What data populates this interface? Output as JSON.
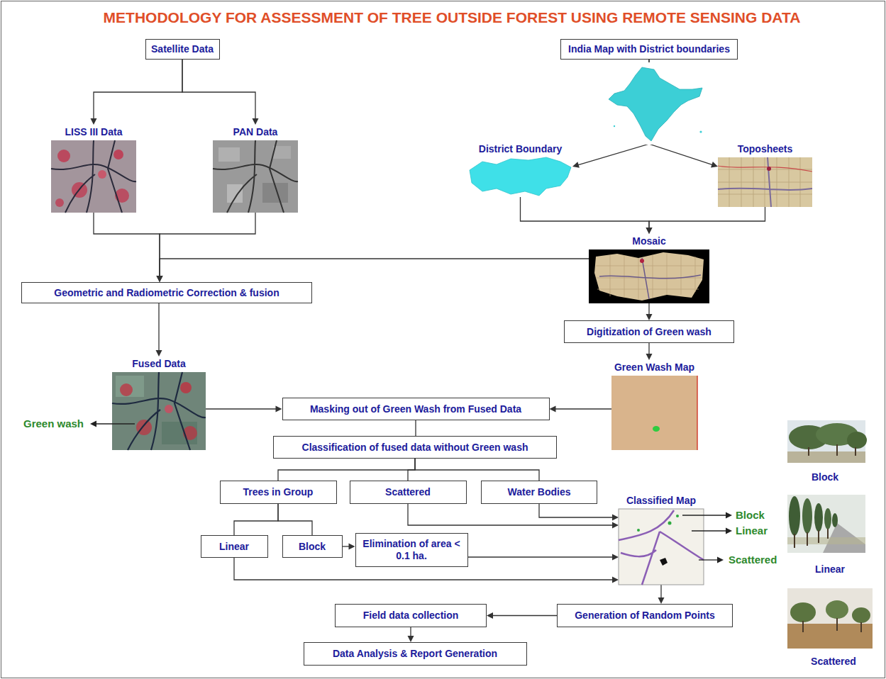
{
  "diagram": {
    "title": "METHODOLOGY FOR ASSESSMENT OF TREE OUTSIDE FOREST USING REMOTE SENSING DATA",
    "nodes": [
      {
        "text": [
          "Satellite Data"
        ]
      },
      {
        "text": [
          "India Map with District boundaries"
        ]
      },
      {
        "text": [
          "LISS III Data"
        ]
      },
      {
        "text": [
          "PAN Data"
        ]
      },
      {
        "text": [
          "District Boundary"
        ]
      },
      {
        "text": [
          "Toposheets"
        ]
      },
      {
        "text": [
          "Mosaic"
        ]
      },
      {
        "text": [
          "Geometric and Radiometric Correction & fusion"
        ]
      },
      {
        "text": [
          "Digitization of Green wash"
        ]
      },
      {
        "text": [
          "Fused Data"
        ]
      },
      {
        "text": [
          "Green Wash Map"
        ]
      },
      {
        "text": [
          "Masking out of Green Wash from Fused Data"
        ]
      },
      {
        "text": [
          "Classification of fused data without Green wash"
        ]
      },
      {
        "text": [
          "Trees in Group"
        ]
      },
      {
        "text": [
          "Scattered"
        ]
      },
      {
        "text": [
          "Water Bodies"
        ]
      },
      {
        "text": [
          "Classified Map"
        ]
      },
      {
        "text": [
          "Linear"
        ]
      },
      {
        "text": [
          "Block"
        ]
      },
      {
        "text": [
          "Elimination of area < 0.1 ha."
        ]
      },
      {
        "text": [
          "Field data collection"
        ]
      },
      {
        "text": [
          "Generation of Random Points"
        ]
      },
      {
        "text": [
          "Data Analysis & Report Generation"
        ]
      }
    ],
    "edges": [
      {
        "from": 0,
        "to": 2,
        "arrow": "to"
      },
      {
        "from": 0,
        "to": 3,
        "arrow": "to"
      },
      {
        "from": 1,
        "to": 4,
        "arrow": "to"
      },
      {
        "from": 1,
        "to": 5,
        "arrow": "to"
      },
      {
        "from": 2,
        "to": 7,
        "arrow": "to"
      },
      {
        "from": 3,
        "to": 7,
        "arrow": "to"
      },
      {
        "from": 4,
        "to": 6,
        "arrow": "to"
      },
      {
        "from": 5,
        "to": 6,
        "arrow": "to"
      },
      {
        "from": 6,
        "to": 7,
        "arrow": "to"
      },
      {
        "from": 6,
        "to": 8,
        "arrow": "to"
      },
      {
        "from": 7,
        "to": 9,
        "arrow": "to"
      },
      {
        "from": 8,
        "to": 10,
        "arrow": "to"
      },
      {
        "from": 9,
        "to": 11,
        "arrow": "to"
      },
      {
        "from": 10,
        "to": 11,
        "arrow": "to"
      },
      {
        "from": 11,
        "to": 12,
        "arrow": "none"
      },
      {
        "from": 12,
        "to": 13,
        "arrow": "none"
      },
      {
        "from": 12,
        "to": 14,
        "arrow": "none"
      },
      {
        "from": 12,
        "to": 15,
        "arrow": "none"
      },
      {
        "from": 13,
        "to": 17,
        "arrow": "none"
      },
      {
        "from": 13,
        "to": 18,
        "arrow": "none"
      },
      {
        "from": 18,
        "to": 19,
        "arrow": "to"
      },
      {
        "from": 19,
        "to": 16,
        "arrow": "to"
      },
      {
        "from": 14,
        "to": 16,
        "arrow": "to"
      },
      {
        "from": 15,
        "to": 16,
        "arrow": "to"
      },
      {
        "from": 17,
        "to": 16,
        "arrow": "to"
      },
      {
        "from": 16,
        "to": 21,
        "arrow": "to"
      },
      {
        "from": 21,
        "to": 20,
        "arrow": "to"
      },
      {
        "from": 20,
        "to": 22,
        "arrow": "to"
      }
    ],
    "labels": [
      "Green wash",
      "Block",
      "Block",
      "Linear",
      "Scattered",
      "Linear",
      "Scattered"
    ]
  }
}
